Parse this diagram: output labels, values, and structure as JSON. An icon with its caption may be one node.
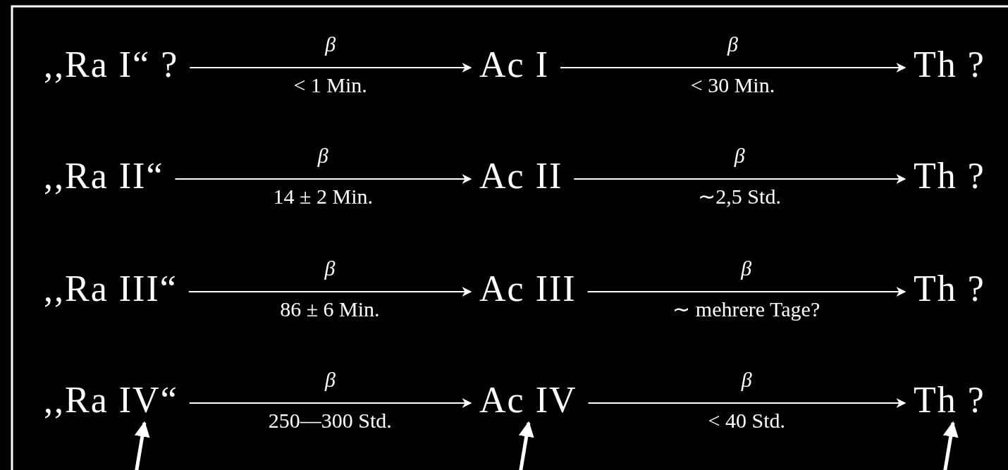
{
  "diagram": {
    "nodes": [
      {
        "text": [
          ",,Ra I“ ?"
        ]
      },
      {
        "text": [
          "Ac I"
        ]
      },
      {
        "text": [
          "Th ?"
        ]
      },
      {
        "text": [
          ",,Ra II“"
        ]
      },
      {
        "text": [
          "Ac II"
        ]
      },
      {
        "text": [
          "Th ?"
        ]
      },
      {
        "text": [
          ",,Ra III“"
        ]
      },
      {
        "text": [
          "Ac III"
        ]
      },
      {
        "text": [
          "Th ?"
        ]
      },
      {
        "text": [
          ",,Ra IV“"
        ]
      },
      {
        "text": [
          "Ac IV"
        ]
      },
      {
        "text": [
          "Th ?"
        ]
      }
    ],
    "edges": [
      {
        "from": 0,
        "to": 1,
        "arrow": "to",
        "label": "β"
      },
      {
        "from": 1,
        "to": 2,
        "arrow": "to",
        "label": "β"
      },
      {
        "from": 3,
        "to": 4,
        "arrow": "to",
        "label": "β"
      },
      {
        "from": 4,
        "to": 5,
        "arrow": "to",
        "label": "β"
      },
      {
        "from": 6,
        "to": 7,
        "arrow": "to",
        "label": "β"
      },
      {
        "from": 7,
        "to": 8,
        "arrow": "to",
        "label": "β"
      },
      {
        "from": 9,
        "to": 10,
        "arrow": "to",
        "label": "β"
      },
      {
        "from": 10,
        "to": 11,
        "arrow": "to",
        "label": "β"
      },
      {
        "from": null,
        "to": 9,
        "arrow": "to",
        "style": "thick"
      },
      {
        "from": null,
        "to": 10,
        "arrow": "to",
        "style": "thick"
      },
      {
        "from": null,
        "to": 11,
        "arrow": "to",
        "style": "thick"
      }
    ],
    "labels": [
      "< 1 Min.",
      "< 30 Min.",
      "14 ± 2 Min.",
      "∼2,5 Std.",
      "86 ± 6 Min.",
      "∼ mehrere Tage?",
      "250—300 Std.",
      "< 40 Std."
    ]
  }
}
